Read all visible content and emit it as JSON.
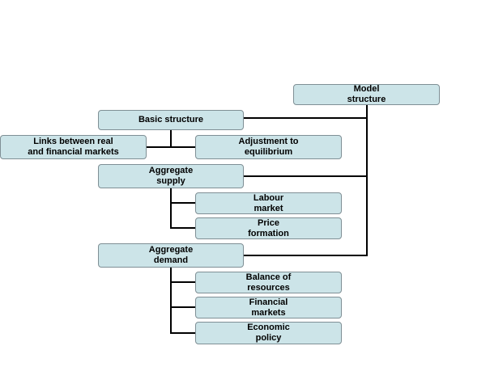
{
  "nodes": {
    "model_structure": [
      "Model",
      "structure"
    ],
    "basic_structure": [
      "Basic structure"
    ],
    "links_markets": [
      "Links between real",
      "and financial markets"
    ],
    "adjustment": [
      "Adjustment to",
      "equilibrium"
    ],
    "aggregate_supply": [
      "Aggregate",
      "supply"
    ],
    "labour_market": [
      "Labour",
      "market"
    ],
    "price_formation": [
      "Price",
      "formation"
    ],
    "aggregate_demand": [
      "Aggregate",
      "demand"
    ],
    "balance_resources": [
      "Balance of",
      "resources"
    ],
    "financial_markets": [
      "Financial",
      "markets"
    ],
    "economic_policy": [
      "Economic",
      "policy"
    ]
  },
  "colors": {
    "node_fill": "#cce4e8",
    "node_border": "#7f8f95",
    "connector": "#000000"
  }
}
